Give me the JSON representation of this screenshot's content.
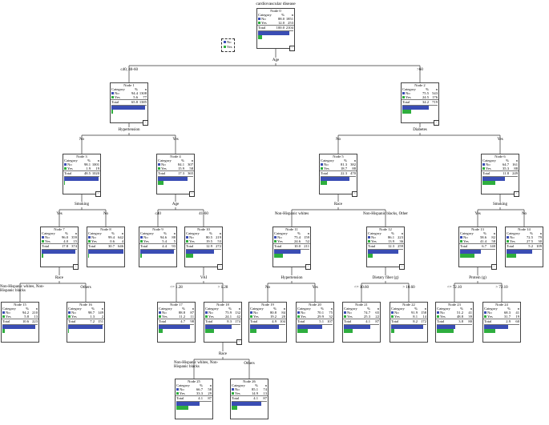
{
  "title": "cardiovascular disease",
  "legend": [
    {
      "label": "No",
      "color": "#3a4db4"
    },
    {
      "label": "Yes",
      "color": "#2eae3e"
    }
  ],
  "header": {
    "category": "Category",
    "pct": "%",
    "n": "n"
  },
  "labels": {
    "total": "Total",
    "no": "No",
    "yes": "Yes"
  },
  "colors": {
    "no": "#3a4db4",
    "yes": "#2eae3e"
  },
  "nodes": [
    {
      "id": 0,
      "title": "Node 0",
      "no_pct": "88.0",
      "no_n": "1851",
      "yes_pct": "12.0",
      "yes_n": "253",
      "tot_pct": "100.0",
      "tot_n": "2104",
      "no_frac": 0.88,
      "yes_frac": 0.12
    },
    {
      "id": 1,
      "title": "Node 1",
      "no_pct": "94.4",
      "no_n": "1308",
      "yes_pct": "5.6",
      "yes_n": "77",
      "tot_pct": "65.8",
      "tot_n": "1385",
      "no_frac": 0.944,
      "yes_frac": 0.056
    },
    {
      "id": 2,
      "title": "Node 2",
      "no_pct": "75.5",
      "no_n": "543",
      "yes_pct": "24.5",
      "yes_n": "176",
      "tot_pct": "34.2",
      "tot_n": "719",
      "no_frac": 0.755,
      "yes_frac": 0.245
    },
    {
      "id": 3,
      "title": "Node 3",
      "no_pct": "98.1",
      "no_n": "1001",
      "yes_pct": "1.9",
      "yes_n": "19",
      "tot_pct": "48.5",
      "tot_n": "1020",
      "no_frac": 0.981,
      "yes_frac": 0.019
    },
    {
      "id": 4,
      "title": "Node 4",
      "no_pct": "84.1",
      "no_n": "307",
      "yes_pct": "15.9",
      "yes_n": "58",
      "tot_pct": "17.3",
      "tot_n": "365",
      "no_frac": 0.841,
      "yes_frac": 0.159
    },
    {
      "id": 5,
      "title": "Node 5",
      "no_pct": "81.3",
      "no_n": "382",
      "yes_pct": "18.7",
      "yes_n": "88",
      "tot_pct": "22.3",
      "tot_n": "470",
      "no_frac": 0.813,
      "yes_frac": 0.187
    },
    {
      "id": 6,
      "title": "Node 6",
      "no_pct": "64.7",
      "no_n": "161",
      "yes_pct": "35.3",
      "yes_n": "88",
      "tot_pct": "11.8",
      "tot_n": "249",
      "no_frac": 0.647,
      "yes_frac": 0.353
    },
    {
      "id": 7,
      "title": "Node 7",
      "no_pct": "96.0",
      "no_n": "359",
      "yes_pct": "4.0",
      "yes_n": "15",
      "tot_pct": "17.8",
      "tot_n": "374",
      "no_frac": 0.96,
      "yes_frac": 0.04
    },
    {
      "id": 8,
      "title": "Node 8",
      "no_pct": "99.4",
      "no_n": "642",
      "yes_pct": "0.6",
      "yes_n": "4",
      "tot_pct": "30.7",
      "tot_n": "646",
      "no_frac": 0.994,
      "yes_frac": 0.006
    },
    {
      "id": 9,
      "title": "Node 9",
      "no_pct": "94.6",
      "no_n": "88",
      "yes_pct": "5.4",
      "yes_n": "5",
      "tot_pct": "4.4",
      "tot_n": "93",
      "no_frac": 0.946,
      "yes_frac": 0.054
    },
    {
      "id": 10,
      "title": "Node 10",
      "no_pct": "80.5",
      "no_n": "219",
      "yes_pct": "19.5",
      "yes_n": "53",
      "tot_pct": "12.9",
      "tot_n": "272",
      "no_frac": 0.805,
      "yes_frac": 0.195
    },
    {
      "id": 11,
      "title": "Node 11",
      "no_pct": "75.4",
      "no_n": "159",
      "yes_pct": "24.6",
      "yes_n": "52",
      "tot_pct": "10.0",
      "tot_n": "211",
      "no_frac": 0.754,
      "yes_frac": 0.246
    },
    {
      "id": 12,
      "title": "Node 12",
      "no_pct": "86.1",
      "no_n": "223",
      "yes_pct": "13.9",
      "yes_n": "36",
      "tot_pct": "12.3",
      "tot_n": "259",
      "no_frac": 0.861,
      "yes_frac": 0.139
    },
    {
      "id": 13,
      "title": "Node 13",
      "no_pct": "58.6",
      "no_n": "82",
      "yes_pct": "41.4",
      "yes_n": "58",
      "tot_pct": "6.7",
      "tot_n": "140",
      "no_frac": 0.586,
      "yes_frac": 0.414
    },
    {
      "id": 14,
      "title": "Node 14",
      "no_pct": "72.5",
      "no_n": "79",
      "yes_pct": "27.5",
      "yes_n": "30",
      "tot_pct": "5.2",
      "tot_n": "109",
      "no_frac": 0.725,
      "yes_frac": 0.275
    },
    {
      "id": 15,
      "title": "Node 15",
      "no_pct": "94.2",
      "no_n": "210",
      "yes_pct": "5.8",
      "yes_n": "13",
      "tot_pct": "10.6",
      "tot_n": "223",
      "no_frac": 0.942,
      "yes_frac": 0.058
    },
    {
      "id": 16,
      "title": "Node 16",
      "no_pct": "98.7",
      "no_n": "149",
      "yes_pct": "1.3",
      "yes_n": "2",
      "tot_pct": "7.2",
      "tot_n": "151",
      "no_frac": 0.987,
      "yes_frac": 0.013
    },
    {
      "id": 17,
      "title": "Node 17",
      "no_pct": "88.8",
      "no_n": "87",
      "yes_pct": "11.2",
      "yes_n": "11",
      "tot_pct": "4.7",
      "tot_n": "98",
      "no_frac": 0.888,
      "yes_frac": 0.112
    },
    {
      "id": 18,
      "title": "Node 18",
      "no_pct": "75.9",
      "no_n": "132",
      "yes_pct": "24.1",
      "yes_n": "42",
      "tot_pct": "8.3",
      "tot_n": "174",
      "no_frac": 0.759,
      "yes_frac": 0.241
    },
    {
      "id": 19,
      "title": "Node 19",
      "no_pct": "80.8",
      "no_n": "84",
      "yes_pct": "19.2",
      "yes_n": "20",
      "tot_pct": "4.9",
      "tot_n": "104",
      "no_frac": 0.808,
      "yes_frac": 0.192
    },
    {
      "id": 20,
      "title": "Node 20",
      "no_pct": "70.1",
      "no_n": "75",
      "yes_pct": "29.9",
      "yes_n": "32",
      "tot_pct": "5.1",
      "tot_n": "107",
      "no_frac": 0.701,
      "yes_frac": 0.299
    },
    {
      "id": 21,
      "title": "Node 21",
      "no_pct": "74.7",
      "no_n": "65",
      "yes_pct": "25.3",
      "yes_n": "22",
      "tot_pct": "4.1",
      "tot_n": "87",
      "no_frac": 0.747,
      "yes_frac": 0.253
    },
    {
      "id": 22,
      "title": "Node 22",
      "no_pct": "91.9",
      "no_n": "158",
      "yes_pct": "8.1",
      "yes_n": "14",
      "tot_pct": "8.2",
      "tot_n": "172",
      "no_frac": 0.919,
      "yes_frac": 0.081
    },
    {
      "id": 23,
      "title": "Node 23",
      "no_pct": "51.2",
      "no_n": "41",
      "yes_pct": "48.8",
      "yes_n": "39",
      "tot_pct": "3.8",
      "tot_n": "80",
      "no_frac": 0.512,
      "yes_frac": 0.488
    },
    {
      "id": 24,
      "title": "Node 24",
      "no_pct": "68.3",
      "no_n": "41",
      "yes_pct": "31.7",
      "yes_n": "19",
      "tot_pct": "2.9",
      "tot_n": "60",
      "no_frac": 0.683,
      "yes_frac": 0.317
    },
    {
      "id": 25,
      "title": "Node 25",
      "no_pct": "66.7",
      "no_n": "58",
      "yes_pct": "33.3",
      "yes_n": "29",
      "tot_pct": "4.1",
      "tot_n": "87",
      "no_frac": 0.667,
      "yes_frac": 0.333
    },
    {
      "id": 26,
      "title": "Node 26",
      "no_pct": "85.1",
      "no_n": "74",
      "yes_pct": "14.9",
      "yes_n": "13",
      "tot_pct": "4.1",
      "tot_n": "87",
      "no_frac": 0.851,
      "yes_frac": 0.149
    }
  ],
  "splits": [
    {
      "id": "s0",
      "label": "Age"
    },
    {
      "id": "s1",
      "label": "Hypertension"
    },
    {
      "id": "s2",
      "label": "Diabetes"
    },
    {
      "id": "s3",
      "label": "Smoking"
    },
    {
      "id": "s4",
      "label": "Age"
    },
    {
      "id": "s5",
      "label": "Race"
    },
    {
      "id": "s6",
      "label": "Smoking"
    },
    {
      "id": "s7",
      "label": "Race"
    },
    {
      "id": "s10",
      "label": "VAI"
    },
    {
      "id": "s11",
      "label": "Hypertension"
    },
    {
      "id": "s12",
      "label": "Dietary fiber (g)"
    },
    {
      "id": "s13",
      "label": "Protein (g)"
    },
    {
      "id": "s18",
      "label": "Race"
    }
  ],
  "branches": [
    {
      "id": "b1",
      "text": "≤40, 40-60"
    },
    {
      "id": "b2",
      "text": ">60"
    },
    {
      "id": "b3",
      "text": "No"
    },
    {
      "id": "b4",
      "text": "Yes"
    },
    {
      "id": "b5",
      "text": "No"
    },
    {
      "id": "b6",
      "text": "Yes"
    },
    {
      "id": "b7",
      "text": "Yes"
    },
    {
      "id": "b8",
      "text": "No"
    },
    {
      "id": "b9",
      "text": "≤40"
    },
    {
      "id": "b10",
      "text": "41-60"
    },
    {
      "id": "b11",
      "text": "Non-Hispanic whites"
    },
    {
      "id": "b12",
      "text": "Non-Hispanic blacks, Other"
    },
    {
      "id": "b13",
      "text": "Yes"
    },
    {
      "id": "b14",
      "text": "No"
    },
    {
      "id": "b15",
      "text": "Non-Hispanic whites, Non-Hispanic blacks"
    },
    {
      "id": "b16",
      "text": "Others"
    },
    {
      "id": "b17",
      "text": "<= 1.28"
    },
    {
      "id": "b18",
      "text": "> 1.28"
    },
    {
      "id": "b19",
      "text": "No"
    },
    {
      "id": "b20",
      "text": "Yes"
    },
    {
      "id": "b21",
      "text": "<= 10.60"
    },
    {
      "id": "b22",
      "text": "> 10.60"
    },
    {
      "id": "b23",
      "text": "<= 72.10"
    },
    {
      "id": "b24",
      "text": "> 72.10"
    },
    {
      "id": "b25",
      "text": "Non-Hispanic whites, Non-Hispanic blacks"
    },
    {
      "id": "b26",
      "text": "Others"
    }
  ]
}
